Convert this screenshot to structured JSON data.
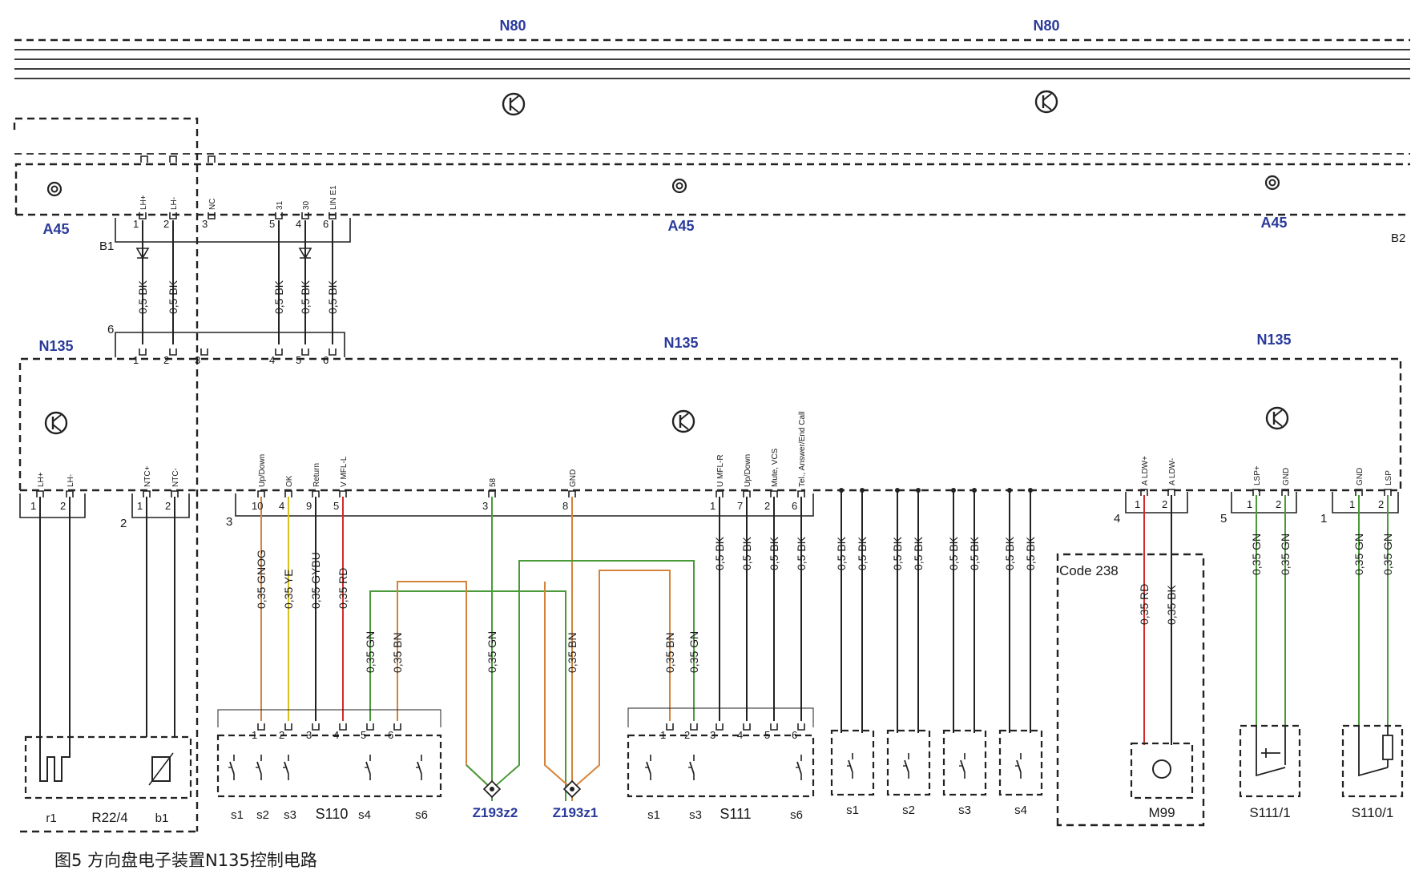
{
  "caption": "图5  方向盘电子装置N135控制电路",
  "colors": {
    "wire_black": "#222222",
    "wire_green": "#4a9a3a",
    "wire_brown": "#d4843a",
    "wire_red": "#d42a2a",
    "wire_yellow": "#d8c020",
    "label_blue": "#2a3a9a"
  },
  "bus_labels": [
    "N80",
    "N80"
  ],
  "module_labels": {
    "a45": [
      "A45",
      "A45",
      "A45"
    ],
    "n135": [
      "N135",
      "N135",
      "N135"
    ],
    "b1": "B1",
    "b2": "B2",
    "code238": "Code 238"
  },
  "a45_pins": {
    "signals": [
      "LH+",
      "LH-",
      "NC",
      "31",
      "30",
      "LIN E1"
    ],
    "numbers": [
      "1",
      "2",
      "3",
      "5",
      "4",
      "6"
    ]
  },
  "a45_wires": [
    "0,5 BK",
    "0,5 BK",
    "0,5 BK",
    "0,5 BK",
    "0,5 BK"
  ],
  "n135_top_connector": {
    "id": "6",
    "numbers": [
      "1",
      "2",
      "3",
      "4",
      "5",
      "6"
    ]
  },
  "left_connectors": [
    {
      "id": "1",
      "signals": [
        "LH+",
        "LH-"
      ],
      "numbers": [
        "1",
        "2"
      ]
    },
    {
      "id": "2",
      "signals": [
        "NTC+",
        "NTC-"
      ],
      "numbers": [
        "1",
        "2"
      ]
    }
  ],
  "connector3": {
    "id": "3",
    "signals": [
      "Up/Down",
      "OK",
      "Return",
      "V MFL-L",
      "58",
      "GND",
      "U MFL-R",
      "Up/Down",
      "Mute, VCS",
      "Tel., Answer/End Call"
    ],
    "numbers": [
      "10",
      "4",
      "9",
      "5",
      "3",
      "8",
      "1",
      "7",
      "2",
      "6"
    ]
  },
  "wires_c3_left": [
    "0,35 GNOG",
    "0,35 YE",
    "0,35 GYBU",
    "0,35 RD"
  ],
  "wires_mid": [
    "0,35 GN",
    "0,35 BN",
    "0,35 GN",
    "0,35 BN",
    "0,35 BN",
    "0,35 GN"
  ],
  "wires_c3_right": [
    "0,5 BK",
    "0,5 BK",
    "0,5 BK",
    "0,5 BK"
  ],
  "wires_switch_group": [
    "0,5 BK",
    "0,5 BK",
    "0,5 BK",
    "0,5 BK",
    "0,5 BK",
    "0,5 BK",
    "0,5 BK",
    "0,5 BK"
  ],
  "connector4": {
    "id": "4",
    "signals": [
      "A LDW+",
      "A LDW-"
    ],
    "numbers": [
      "1",
      "2"
    ],
    "wires": [
      "0,35 RD",
      "0,35 BK"
    ]
  },
  "connector5": {
    "id": "5",
    "signals": [
      "LSP+",
      "GND"
    ],
    "numbers": [
      "1",
      "2"
    ],
    "wires": [
      "0,35 GN",
      "0,35 GN"
    ]
  },
  "connector1r": {
    "id": "1",
    "signals": [
      "GND",
      "LSP"
    ],
    "numbers": [
      "1",
      "2"
    ],
    "wires": [
      "0,35 GN",
      "0,35 GN"
    ]
  },
  "s110": {
    "label": "S110",
    "pins": [
      "1",
      "2",
      "3",
      "4",
      "5",
      "6"
    ],
    "subs": [
      "s1",
      "s2",
      "s3",
      "s4",
      "s6"
    ]
  },
  "s111": {
    "label": "S111",
    "pins": [
      "1",
      "2",
      "3",
      "4",
      "5",
      "6"
    ],
    "subs": [
      "s1",
      "s3",
      "s6"
    ]
  },
  "r22": {
    "label": "R22/4",
    "subs": [
      "r1",
      "b1"
    ]
  },
  "small_switches": [
    "s1",
    "s2",
    "s3",
    "s4"
  ],
  "splices": [
    "Z193z2",
    "Z193z1"
  ],
  "components": [
    "M99",
    "S111/1",
    "S110/1"
  ]
}
